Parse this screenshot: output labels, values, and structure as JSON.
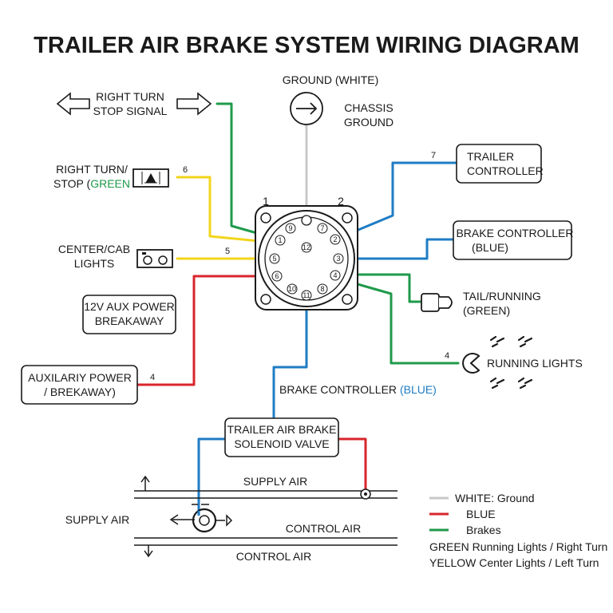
{
  "title": "TRAILER AIR BRAKE SYSTEM WIRING DIAGRAM",
  "colors": {
    "green": "#1f9a4a",
    "yellow": "#f2d51b",
    "red": "#d8262c",
    "blue": "#1f7cc4",
    "white_wire": "#c8c8c8",
    "ink": "#1a1a1a"
  },
  "labels": {
    "right_turn_stop_signal": [
      "RIGHT TURN",
      "STOP SIGNAL"
    ],
    "ground_white": "GROUND (WHITE)",
    "chassis_ground": [
      "CHASSIS",
      "GROUND"
    ],
    "right_turn_stop_green": [
      "RIGHT TURN/",
      "STOP (",
      "GREEN"
    ],
    "center_cab_lights": [
      "CENTER/CAB",
      "LIGHTS"
    ],
    "aux_power_breakaway": [
      "12V AUX POWER",
      "BREAKAWAY"
    ],
    "auxiliary_power": [
      "AUXILARIY POWER",
      "/ BREKAWAY)"
    ],
    "trailer_controller": [
      "TRAILER",
      "CONTROLLER"
    ],
    "brake_controller_blue_box": [
      "BRAKE CONTROLLER",
      "(BLUE)"
    ],
    "tail_running": [
      "TAIL/RUNNING",
      "(GREEN)"
    ],
    "running_lights": "RUNNING LIGHTS",
    "brake_controller_blue": [
      "BRAKE CONTROLLER ",
      "(BLUE)"
    ],
    "solenoid_valve": [
      "TRAILER AIR BRAKE",
      "SOLENOID VALVE"
    ],
    "supply_air_line": "SUPPLY AIR",
    "supply_air_side": "SUPPLY AIR",
    "control_air_upper": "CONTROL AIR",
    "control_air_lower": "CONTROL AIR"
  },
  "connector": {
    "corner_labels": [
      "1",
      "2"
    ],
    "pins": [
      "1",
      "2",
      "3",
      "4",
      "5",
      "6",
      "7",
      "8",
      "9",
      "10",
      "11",
      "12"
    ]
  },
  "wire_numbers": {
    "w6": "6",
    "w7": "7",
    "w5": "5",
    "w4_left": "4",
    "w4_right": "4"
  },
  "legend": [
    {
      "color": "#c8c8c8",
      "text": "WHITE: Ground"
    },
    {
      "color": "#d8262c",
      "text": "BLUE"
    },
    {
      "color": "#1f9a4a",
      "text": "Brakes"
    }
  ],
  "legend_notes": [
    "GREEN Running Lights / Right Turn",
    "YELLOW Center Lights / Left Turn"
  ]
}
